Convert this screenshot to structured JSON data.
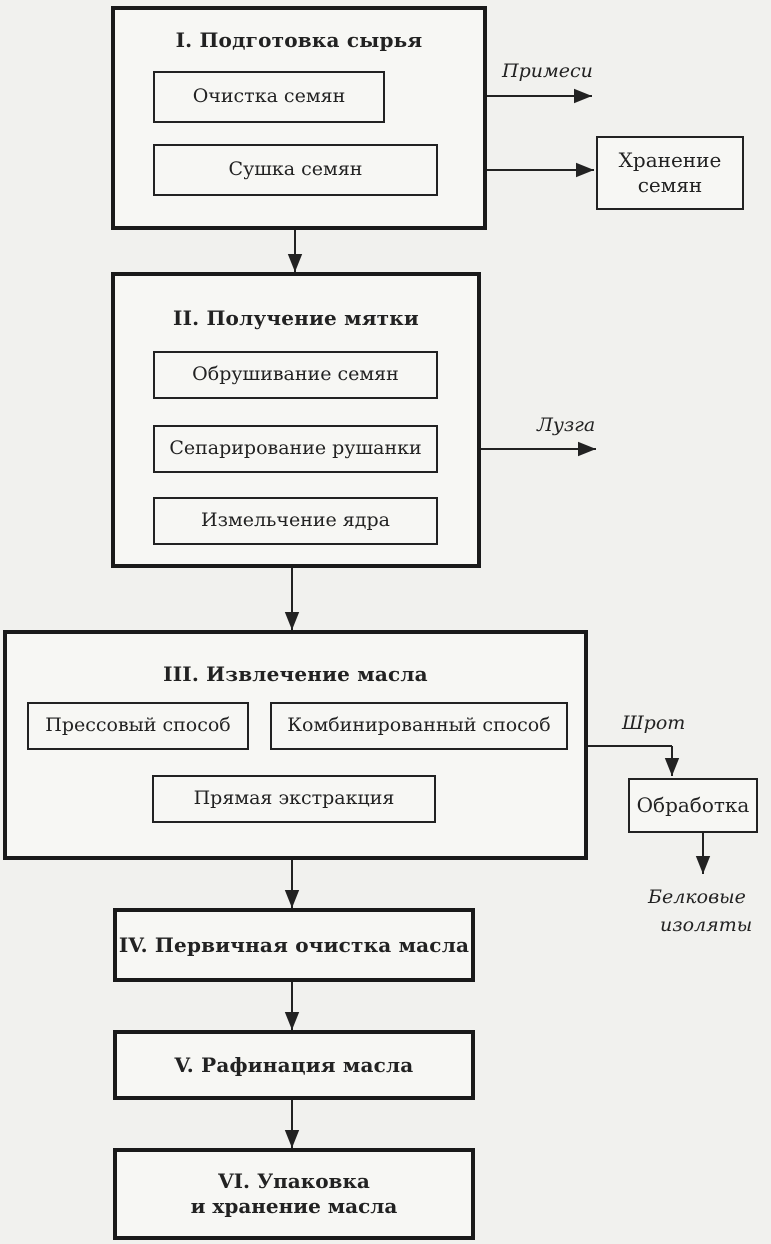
{
  "stages": {
    "s1": {
      "title": "I. Подготовка сырья",
      "steps": [
        "Очистка семян",
        "Сушка семян"
      ]
    },
    "s2": {
      "title": "II. Получение мятки",
      "steps": [
        "Обрушивание семян",
        "Сепарирование рушанки",
        "Измельчение ядра"
      ]
    },
    "s3": {
      "title": "III. Извлечение масла",
      "steps": [
        "Прессовый способ",
        "Комбинированный способ",
        "Прямая экстракция"
      ]
    },
    "s4": {
      "title": "IV. Первичная очистка масла"
    },
    "s5": {
      "title": "V. Рафинация масла"
    },
    "s6": {
      "title_line1": "VI. Упаковка",
      "title_line2": "и хранение масла"
    }
  },
  "side": {
    "storage": {
      "line1": "Хранение",
      "line2": "семян"
    },
    "processing": "Обработка",
    "impurities": "Примеси",
    "husk": "Лузга",
    "meal": "Шрот",
    "isolates_line1": "Белковые",
    "isolates_line2": "изоляты"
  }
}
